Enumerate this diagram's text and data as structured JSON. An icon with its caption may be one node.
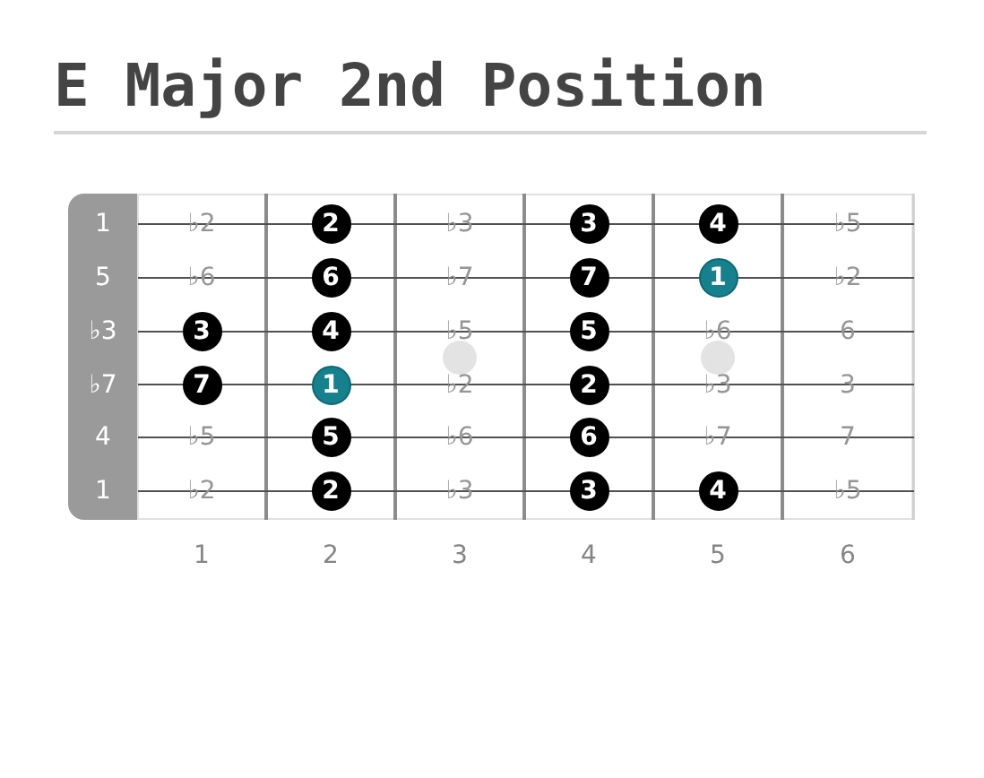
{
  "diagram": {
    "title": "E Major 2nd Position",
    "nodes": [
      {
        "text": [
          "2"
        ]
      },
      {
        "text": [
          "3"
        ]
      },
      {
        "text": [
          "4"
        ]
      },
      {
        "text": [
          "6"
        ]
      },
      {
        "text": [
          "7"
        ]
      },
      {
        "text": [
          "1"
        ]
      },
      {
        "text": [
          "3"
        ]
      },
      {
        "text": [
          "4"
        ]
      },
      {
        "text": [
          "5"
        ]
      },
      {
        "text": [
          "7"
        ]
      },
      {
        "text": [
          "1"
        ]
      },
      {
        "text": [
          "2"
        ]
      },
      {
        "text": [
          "5"
        ]
      },
      {
        "text": [
          "6"
        ]
      },
      {
        "text": [
          "2"
        ]
      },
      {
        "text": [
          "3"
        ]
      },
      {
        "text": [
          "4"
        ]
      }
    ],
    "labels": [
      "1",
      "♭2",
      "♭3",
      "♭5",
      "5",
      "♭6",
      "♭7",
      "♭2",
      "♭3",
      "♭5",
      "♭6",
      "6",
      "♭7",
      "♭2",
      "♭3",
      "3",
      "4",
      "♭5",
      "♭6",
      "♭7",
      "7",
      "1",
      "♭2",
      "♭3",
      "♭5",
      "1",
      "2",
      "3",
      "4",
      "5",
      "6"
    ]
  }
}
